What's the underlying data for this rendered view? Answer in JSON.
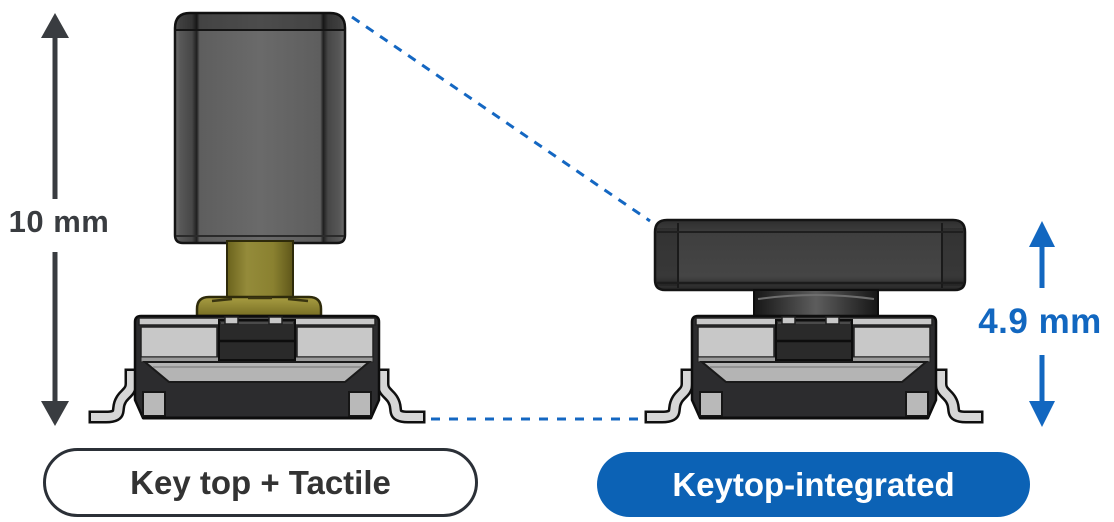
{
  "labels": {
    "left_dimension": "10 mm",
    "right_dimension": "4.9 mm"
  },
  "captions": {
    "left": "Key top + Tactile",
    "right": "Keytop-integrated"
  },
  "icons": {
    "left_dimension_arrow": "double-headed vertical arrow (dark gray)",
    "right_dimension_arrow": "double-headed vertical arrow (blue)",
    "leader_lines": "blue dashed leader lines linking the two switches"
  },
  "colors": {
    "accent_blue": "#1267c0",
    "dimension_dark": "#393c40",
    "caption_pill_blue": "#0c62b5",
    "caption_pill_white": "#ffffff",
    "caption_text_dark": "#333333",
    "keytop_gray": "#646464",
    "keytop_integrated_gray": "#3d3d3d",
    "stem_olive": "#8d8535",
    "switch_base_dark": "#2c2c2e",
    "switch_base_light": "#c8c8c8"
  }
}
